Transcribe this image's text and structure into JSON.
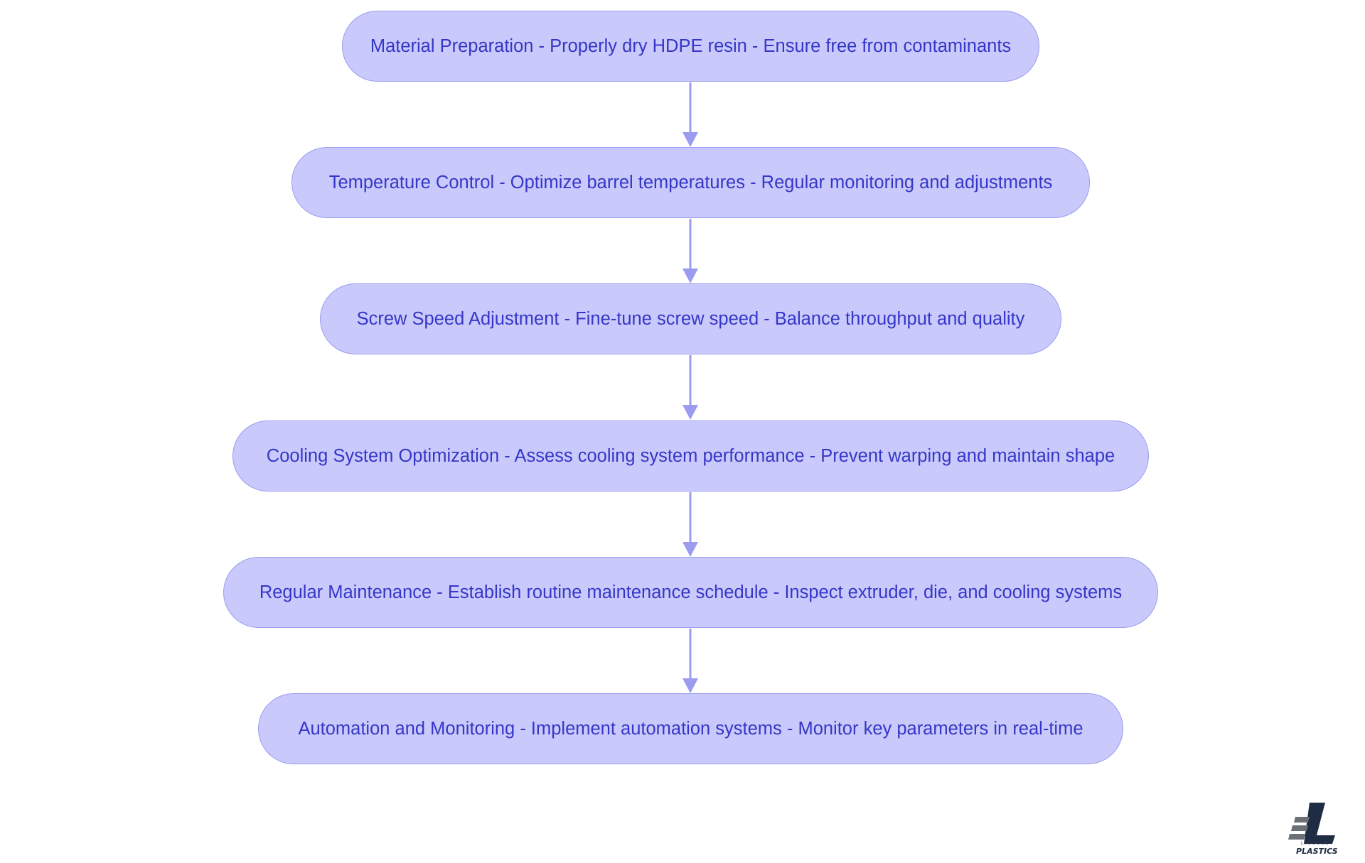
{
  "colors": {
    "node_fill": "#c9cafb",
    "node_border": "#9b9cf0",
    "node_text": "#3636c8",
    "arrow": "#9b9cf0",
    "logo_dark": "#1f2d44",
    "logo_gray": "#6b6f76"
  },
  "steps": [
    {
      "label": "Material Preparation - Properly dry HDPE resin - Ensure free from contaminants"
    },
    {
      "label": "Temperature Control - Optimize barrel temperatures - Regular monitoring and adjustments"
    },
    {
      "label": "Screw Speed Adjustment - Fine-tune screw speed - Balance throughput and quality"
    },
    {
      "label": "Cooling System Optimization - Assess cooling system performance - Prevent warping and maintain shape"
    },
    {
      "label": "Regular Maintenance - Establish routine maintenance schedule - Inspect extruder, die, and cooling systems"
    },
    {
      "label": "Automation and Monitoring - Implement automation systems - Monitor key parameters in real-time"
    }
  ],
  "logo": {
    "icon": "lincoln-plastics-logo-icon",
    "line1": "LINCOLN",
    "line2": "PLASTICS"
  }
}
